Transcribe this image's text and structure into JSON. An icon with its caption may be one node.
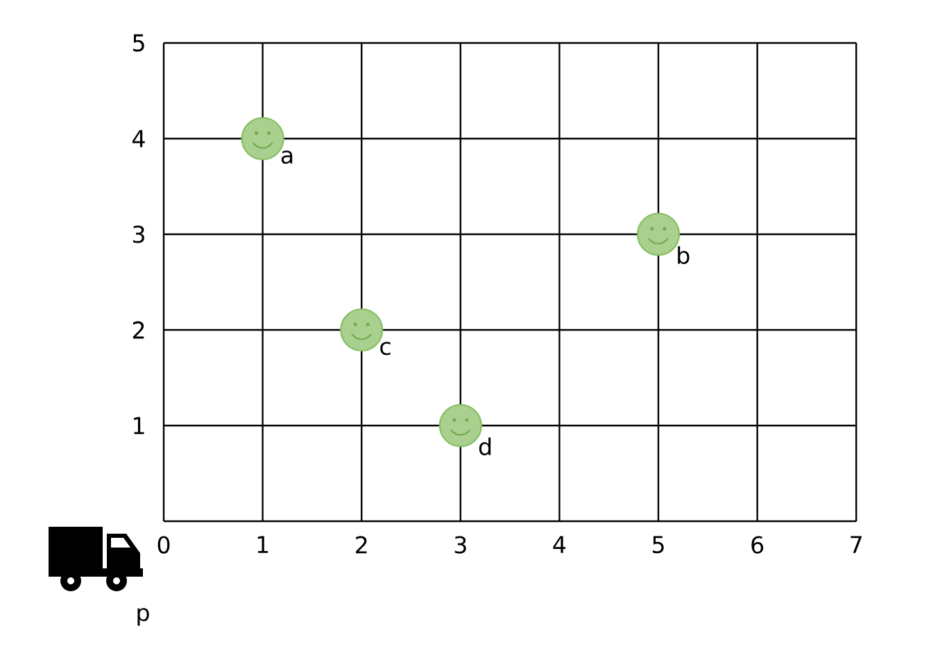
{
  "diagram": {
    "nodes": [
      {
        "text": [],
        "shape": "circle",
        "beside": [
          "a"
        ]
      },
      {
        "text": [],
        "shape": "circle",
        "beside": [
          "b"
        ]
      },
      {
        "text": [],
        "shape": "circle",
        "beside": [
          "c"
        ]
      },
      {
        "text": [],
        "shape": "circle",
        "beside": [
          "d"
        ]
      },
      {
        "text": [],
        "shape": "truck",
        "beside": [
          "p"
        ]
      }
    ],
    "labels": [
      "5",
      "4",
      "3",
      "2",
      "1",
      "0",
      "1",
      "2",
      "3",
      "4",
      "5",
      "6",
      "7"
    ]
  }
}
